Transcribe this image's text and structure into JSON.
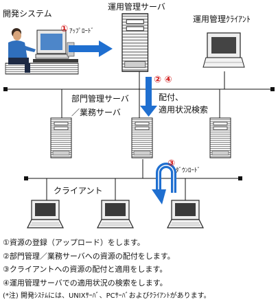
{
  "labels": {
    "dev_system": "開発システム",
    "admin_server": "運用管理サーバ",
    "admin_client": "運用管理ｸﾗｲｱﾝﾄ",
    "dept_server_line1": "部門管理サーバ",
    "dept_server_line2": "／業務サーバ",
    "client": "クライアント",
    "upload": "ｱｯﾌﾟﾛｰﾄﾞ",
    "download": "ﾀﾞｳﾝﾛｰﾄﾞ",
    "distribute": "配付、",
    "status_search": "適用状況検索"
  },
  "steps": {
    "one": "①",
    "two_four": "② ④",
    "three": "③"
  },
  "notes": [
    "①資源の登録（アップロード）をします。",
    "②部門管理／業務サーバへの資源の配付をします。",
    "③クライアントへの資源の配付と適用をします。",
    "④運用管理サーバでの適用状況の検索をします。",
    "(*注) 開発ｼｽﾃﾑには、UNIXｻｰﾊﾞ、PCｻｰﾊﾞおよびｸﾗｲｱﾝﾄがあります。"
  ],
  "colors": {
    "arrow_blue": "#1f6fd0",
    "step_red": "#d01818",
    "line": "#111111"
  }
}
